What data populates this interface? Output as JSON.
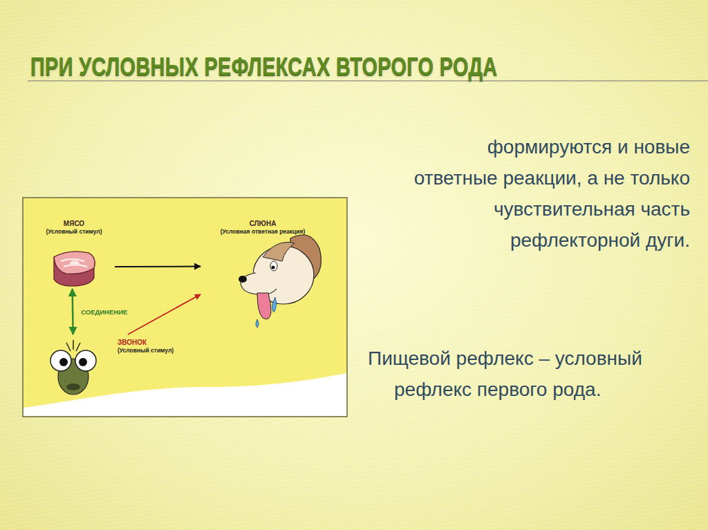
{
  "diagram": {
    "title": "ПРИ УСЛОВНЫХ РЕФЛЕКСАХ ВТОРОГО РОДА",
    "nodes": [
      {
        "text": [
          "МЯСО",
          "(Условный стимул)"
        ]
      },
      {
        "text": [
          "СЛЮНА",
          "(Условная ответная реакция)"
        ]
      },
      {
        "text": [
          "ЗВОНОК",
          "(Условный стимул)"
        ]
      }
    ],
    "edges": [
      {
        "from": 0,
        "to": 1,
        "arrow": "to"
      },
      {
        "from": 2,
        "to": 1,
        "arrow": "to"
      },
      {
        "from": 0,
        "to": 2,
        "arrow": "both",
        "label": "СОЕДИНЕНИЕ"
      }
    ],
    "labels": [
      "формируются и новые ответные реакции, а не только чувствительная часть рефлекторной дуги.",
      "Пищевой рефлекс – условный рефлекс первого рода."
    ]
  }
}
